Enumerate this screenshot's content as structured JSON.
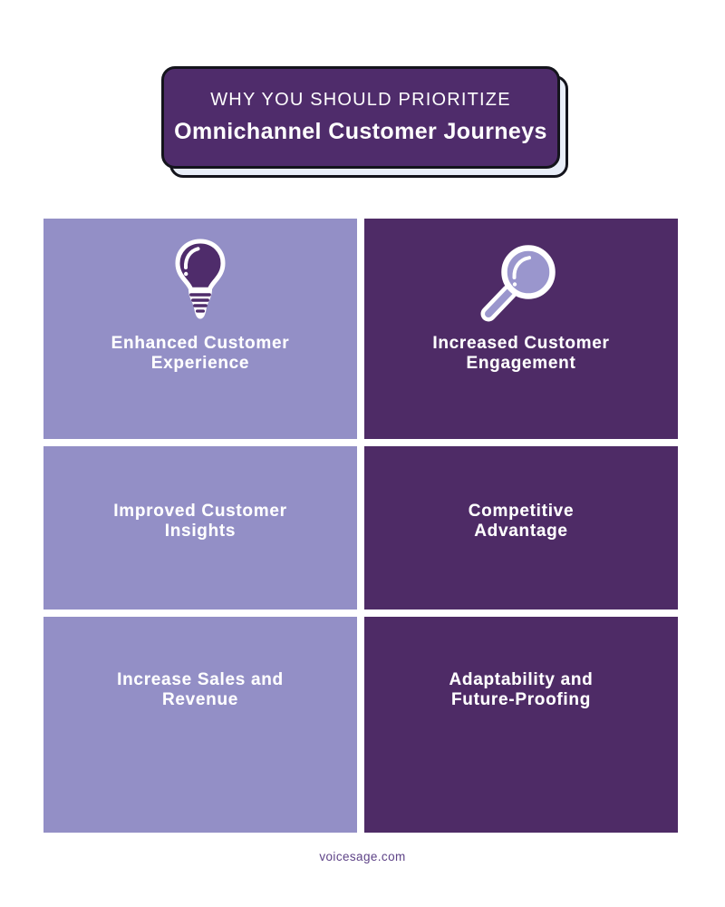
{
  "title": {
    "kicker": "WHY YOU SHOULD PRIORITIZE",
    "main": "Omnichannel Customer Journeys"
  },
  "colors": {
    "light_purple": "#938fc6",
    "dark_purple": "#4e2b66",
    "title_purple": "#4f2c6b",
    "banner_shadow_fill": "#e9eef9",
    "banner_outline": "#14141c",
    "text_on_cells": "#ffffff",
    "footer_text": "#5e4387"
  },
  "cells": [
    {
      "id": "enhanced-customer-experience",
      "variant": "light",
      "icon": "lightbulb-icon",
      "line1": "Enhanced Customer",
      "line2": "Experience"
    },
    {
      "id": "increased-customer-engagement",
      "variant": "dark",
      "icon": "magnifier-icon",
      "line1": "Increased Customer",
      "line2": "Engagement"
    },
    {
      "id": "improved-customer-insights",
      "variant": "light",
      "icon": null,
      "line1": "Improved Customer",
      "line2": "Insights"
    },
    {
      "id": "competitive-advantage",
      "variant": "dark",
      "icon": null,
      "line1": "Competitive",
      "line2": "Advantage"
    },
    {
      "id": "increase-sales-and-revenue",
      "variant": "light",
      "icon": null,
      "line1": "Increase Sales and",
      "line2": "Revenue"
    },
    {
      "id": "adaptability-and-future-proofing",
      "variant": "dark",
      "icon": null,
      "line1": "Adaptability and",
      "line2": "Future-Proofing"
    }
  ],
  "footer": {
    "url": "voicesage.com"
  }
}
